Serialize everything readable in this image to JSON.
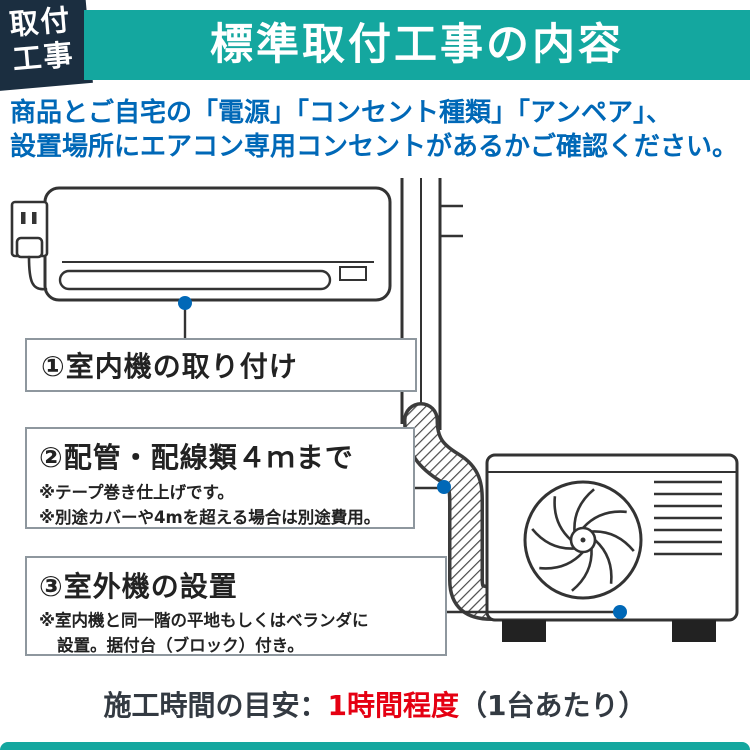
{
  "colors": {
    "header_teal": "#14a79f",
    "badge_navy": "#1b2e40",
    "intro_blue": "#0068b7",
    "highlight_red": "#e50012",
    "connector_dot_blue": "#0068b7",
    "line_art_dark": "#333333"
  },
  "badge": {
    "line1": "取付",
    "line2": "工事"
  },
  "header": {
    "title": "標準取付工事の内容"
  },
  "intro": {
    "line1": "商品とご自宅の「電源」「コンセント種類」「アンペア」、",
    "line2": "設置場所にエアコン専用コンセントがあるかご確認ください。"
  },
  "steps": [
    {
      "label": "①室内機の取り付け",
      "notes": []
    },
    {
      "label": "②配管・配線類４ｍまで",
      "notes": [
        "※テープ巻き仕上げです。",
        "※別途カバーや4mを超える場合は別途費用。"
      ]
    },
    {
      "label": "③室外機の設置",
      "notes": [
        "※室内機と同一階の平地もしくはベランダに",
        "設置。据付台（ブロック）付き。"
      ]
    }
  ],
  "footer": {
    "prefix": "施工時間の目安：",
    "highlight": "1時間程度",
    "suffix": "（1台あたり）"
  }
}
